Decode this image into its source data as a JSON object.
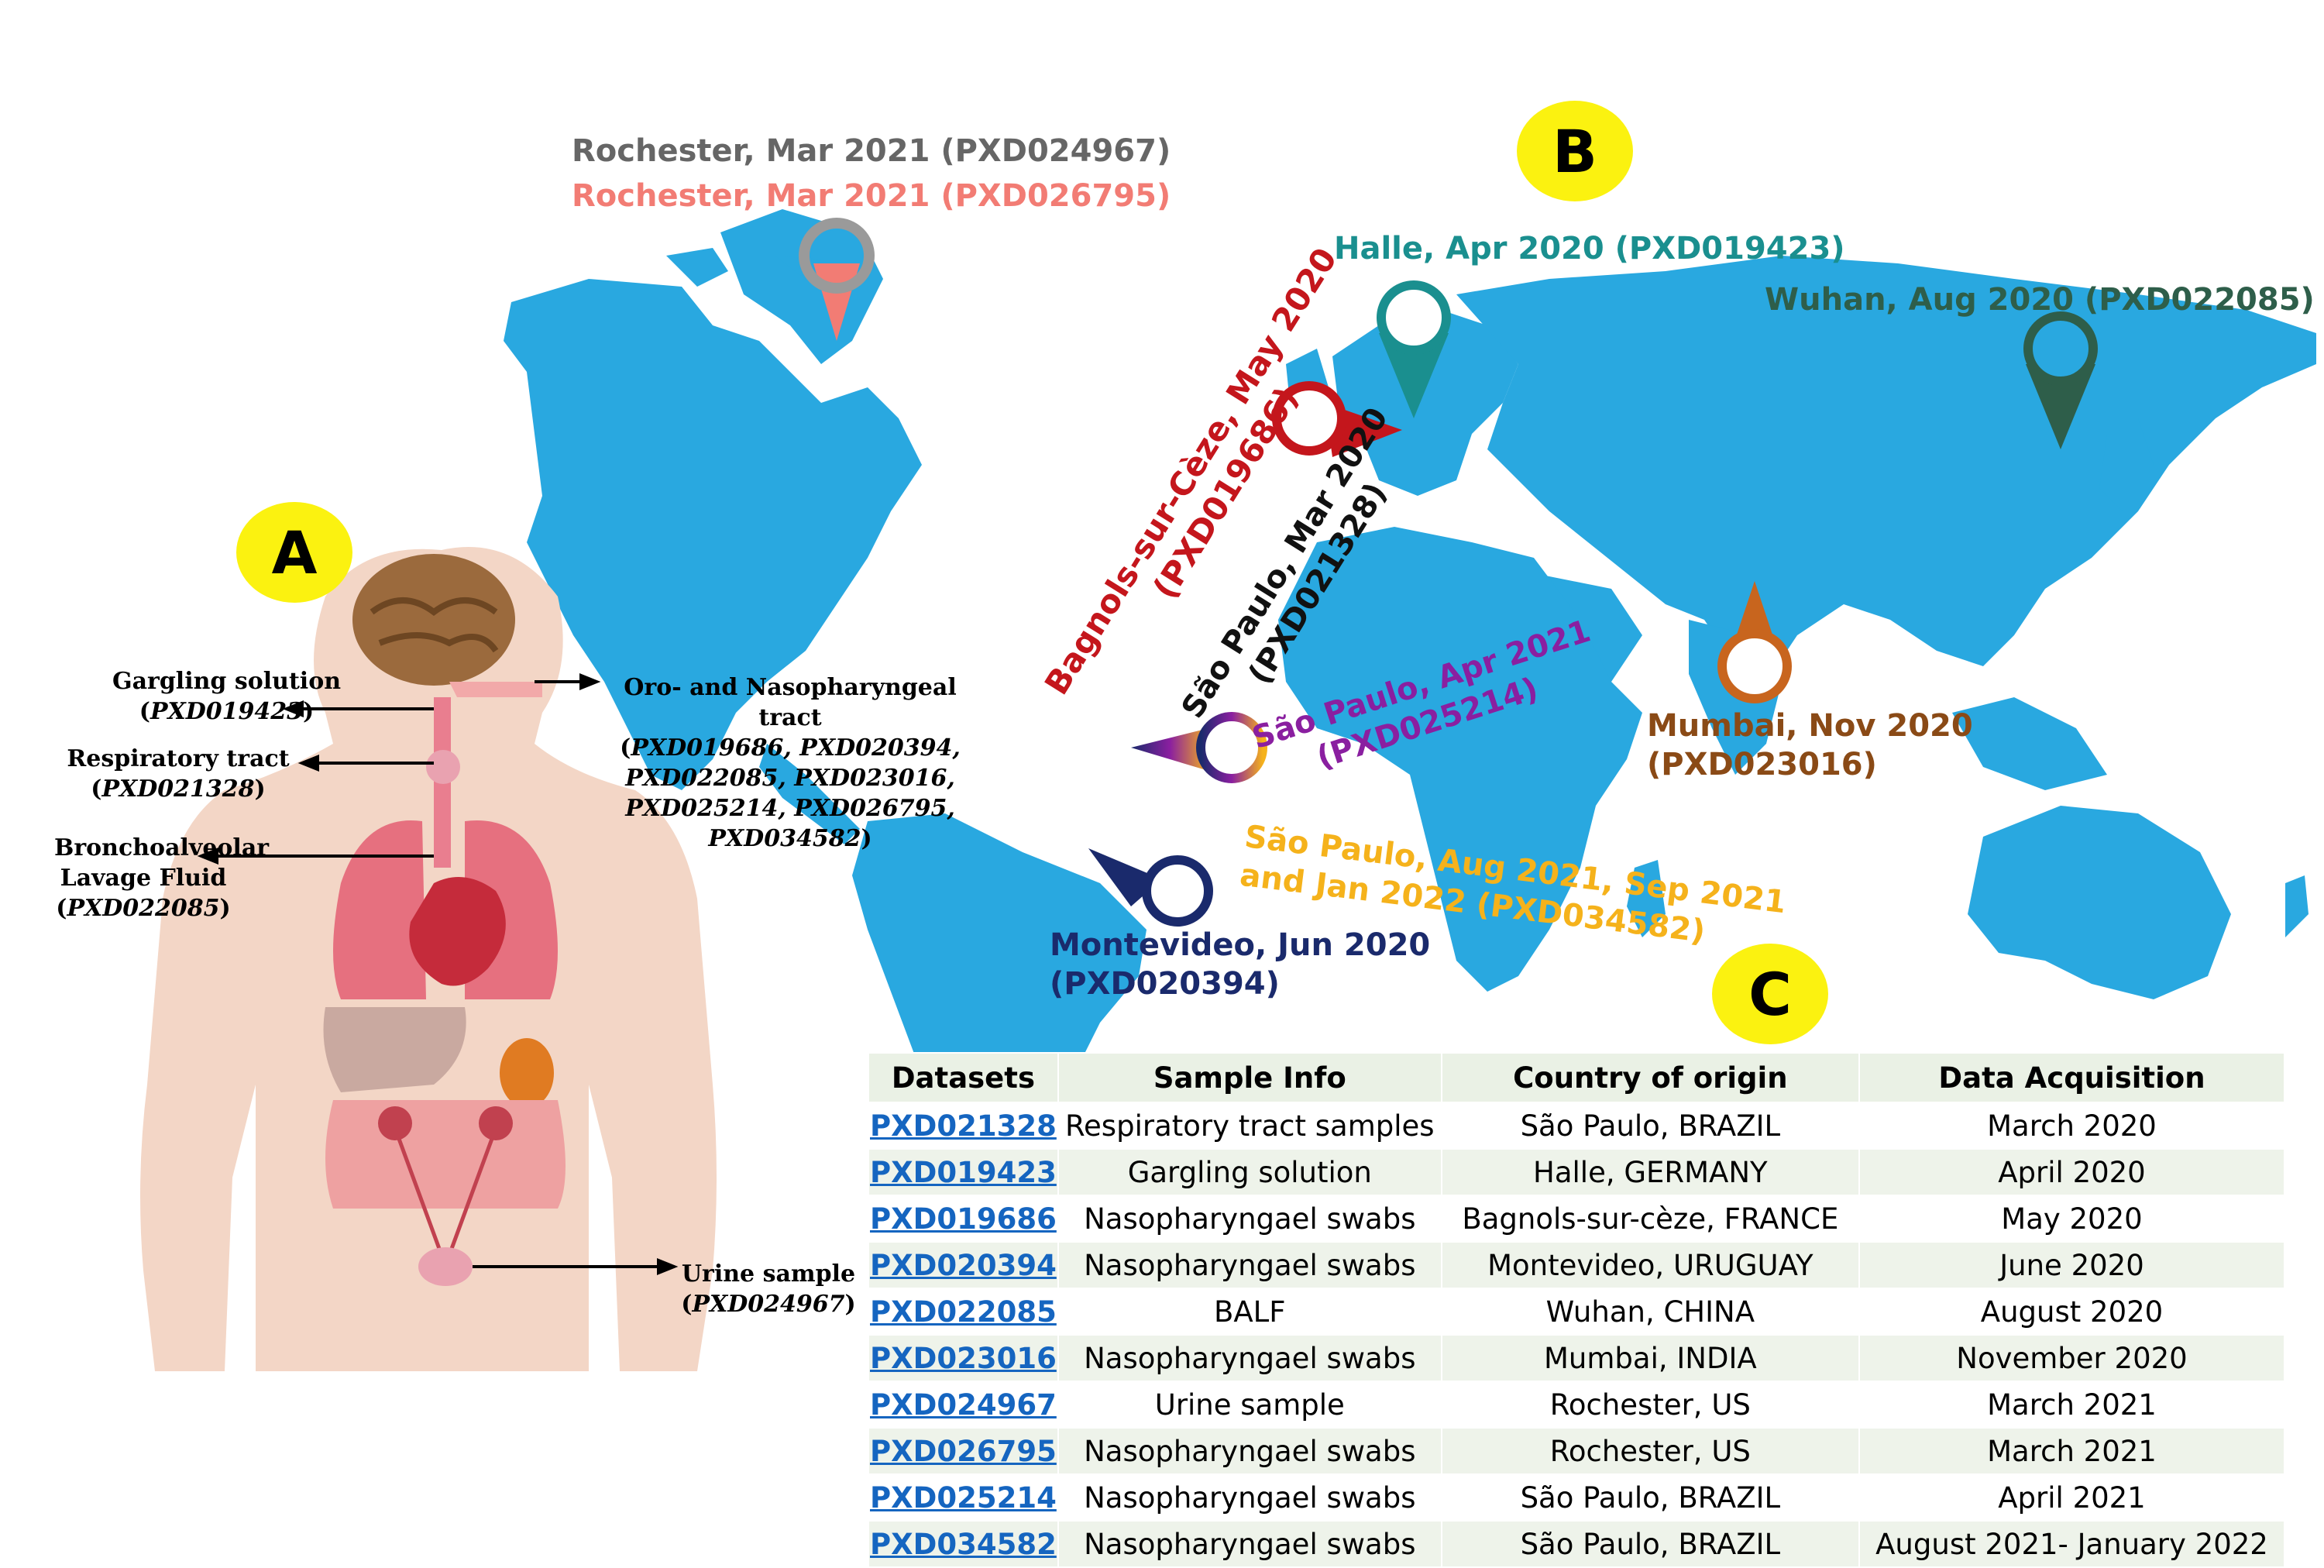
{
  "badges": {
    "a": "A",
    "b": "B",
    "c": "C"
  },
  "colors": {
    "ocean_land": "#29a8e0",
    "badge": "#fbf210",
    "rochester_1": "#666666",
    "rochester_2": "#f27c74",
    "halle": "#1a8f8f",
    "wuhan": "#2e5e4a",
    "bagnols": "#c4161c",
    "saopaulo_mar": "#111111",
    "saopaulo_apr": "#8a1fa0",
    "mumbai": "#8a4a16",
    "saopaulo_aug": "#f5b21b",
    "montevideo": "#1a2a6c",
    "link": "#1565c0"
  },
  "map_labels": {
    "rochester_1": "Rochester, Mar 2021 (PXD024967)",
    "rochester_2": "Rochester, Mar 2021 (PXD026795)",
    "halle": "Halle, Apr 2020 (PXD019423)",
    "wuhan": "Wuhan, Aug 2020 (PXD022085)",
    "bagnols_1": "Bagnols-sur-Cèze, May 2020",
    "bagnols_2": "(PXD019686)",
    "saopaulo_mar_1": "São Paulo, Mar 2020",
    "saopaulo_mar_2": "(PXD021328)",
    "saopaulo_apr_1": "São Paulo, Apr 2021",
    "saopaulo_apr_2": "(PXD025214)",
    "mumbai_1": "Mumbai, Nov 2020",
    "mumbai_2": "(PXD023016)",
    "saopaulo_aug_1": "São Paulo, Aug 2021, Sep 2021",
    "saopaulo_aug_2": "and Jan 2022 (PXD034582)",
    "montevideo_1": "Montevideo, Jun 2020",
    "montevideo_2": "(PXD020394)"
  },
  "body_labels": {
    "gargling": "Gargling solution",
    "gargling_id": "PXD019423",
    "respiratory": "Respiratory tract",
    "respiratory_id": "PXD021328",
    "balf_1": "Bronchoalveolar",
    "balf_2": "Lavage Fluid",
    "balf_id": "PXD022085",
    "oro_1": "Oro- and Nasopharyngeal",
    "oro_2": "tract",
    "oro_ids_1": "PXD019686, PXD020394,",
    "oro_ids_2": "PXD022085, PXD023016,",
    "oro_ids_3": "PXD025214, PXD026795,",
    "oro_ids_4": "PXD034582",
    "urine": "Urine sample",
    "urine_id": "PXD024967"
  },
  "table": {
    "headers": [
      "Datasets",
      "Sample Info",
      "Country of origin",
      "Data Acquisition"
    ],
    "rows": [
      [
        "PXD021328",
        "Respiratory tract samples",
        "São Paulo, BRAZIL",
        "March 2020"
      ],
      [
        "PXD019423",
        "Gargling solution",
        "Halle, GERMANY",
        "April 2020"
      ],
      [
        "PXD019686",
        "Nasopharyngael swabs",
        "Bagnols-sur-cèze, FRANCE",
        "May 2020"
      ],
      [
        "PXD020394",
        "Nasopharyngael swabs",
        "Montevideo, URUGUAY",
        "June 2020"
      ],
      [
        "PXD022085",
        "BALF",
        "Wuhan, CHINA",
        "August 2020"
      ],
      [
        "PXD023016",
        "Nasopharyngael swabs",
        "Mumbai, INDIA",
        "November 2020"
      ],
      [
        "PXD024967",
        "Urine sample",
        "Rochester, US",
        "March 2021"
      ],
      [
        "PXD026795",
        "Nasopharyngael swabs",
        "Rochester, US",
        "March 2021"
      ],
      [
        "PXD025214",
        "Nasopharyngael swabs",
        "São Paulo, BRAZIL",
        "April 2021"
      ],
      [
        "PXD034582",
        "Nasopharyngael swabs",
        "São Paulo, BRAZIL",
        "August 2021- January 2022"
      ]
    ]
  }
}
